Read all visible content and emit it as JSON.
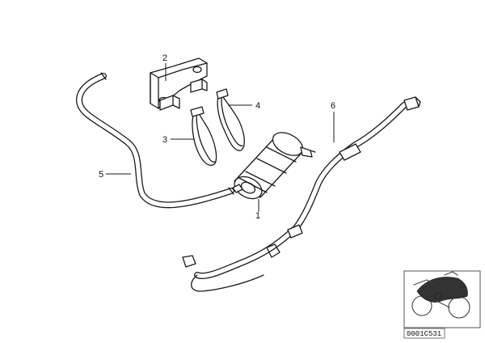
{
  "diagram": {
    "callouts": [
      "1",
      "2",
      "3",
      "4",
      "5",
      "6"
    ],
    "reference_code": "0001C531"
  },
  "colors": {
    "line": "#1a1a1a",
    "background": "#ffffff",
    "inset_border": "#555555"
  }
}
